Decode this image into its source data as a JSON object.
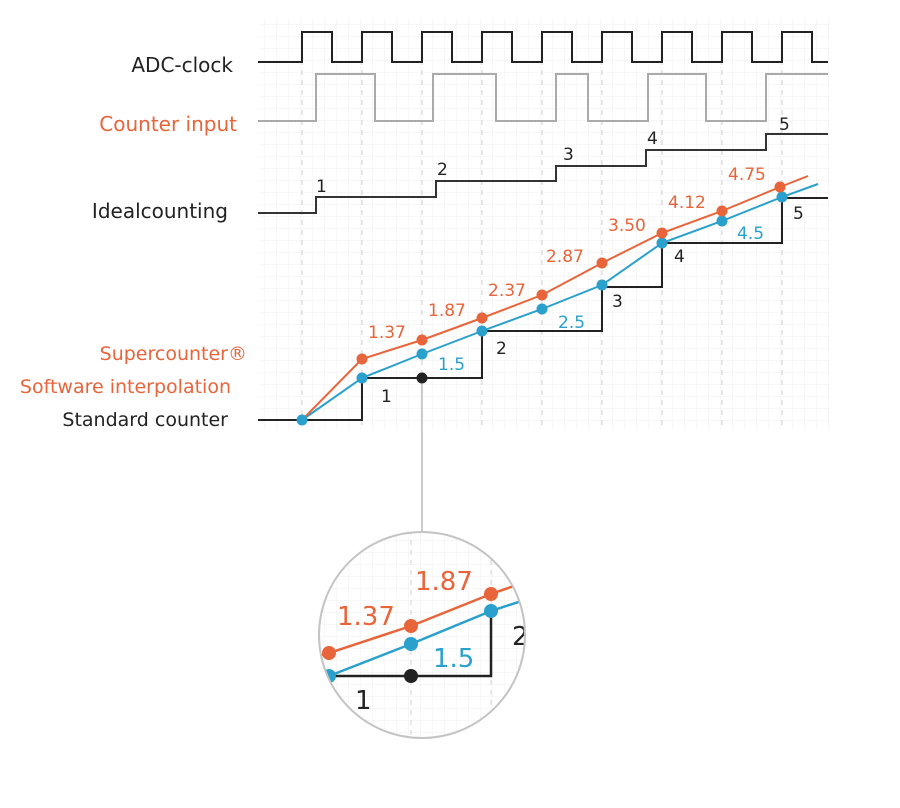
{
  "labels": {
    "adc_clock": "ADC-clock",
    "counter_input": "Counter input",
    "ideal_counting": "Idealcounting",
    "supercounter": "Supercounter®",
    "software_interpolation": "Software interpolation",
    "standard_counter": "Standard counter"
  },
  "ideal_counts": [
    "1",
    "2",
    "3",
    "4",
    "5"
  ],
  "standard_counts": [
    "1",
    "2",
    "3",
    "4",
    "5"
  ],
  "supercounter_values": [
    "1.37",
    "1.87",
    "2.37",
    "2.87",
    "3.50",
    "4.12",
    "4.75"
  ],
  "interpolation_values": [
    "1.5",
    "2.5",
    "4.5"
  ],
  "zoom": {
    "supercounter_values": [
      "1.37",
      "1.87"
    ],
    "interpolation_value": "1.5",
    "standard_counts": [
      "1",
      "2"
    ]
  },
  "colors": {
    "supercounter": "#e8643a",
    "interpolation": "#2aa0cc",
    "standard": "#222222",
    "counter_input": "#aaaaaa",
    "grid": "#ececec"
  }
}
